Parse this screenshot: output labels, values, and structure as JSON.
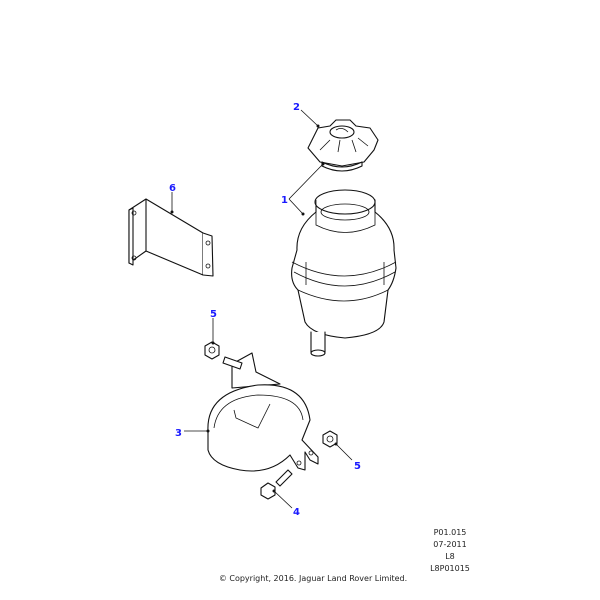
{
  "callouts": {
    "cap": "2",
    "reservoir": "1",
    "bracket": "6",
    "nut_upper": "5",
    "clamp": "3",
    "nut_lower": "5",
    "bolt": "4"
  },
  "callout_color": "#1a1aff",
  "info": {
    "ref": "P01.015",
    "date": "07-2011",
    "model": "L8",
    "code": "L8P01015"
  },
  "copyright": "© Copyright, 2016. Jaguar Land Rover Limited."
}
